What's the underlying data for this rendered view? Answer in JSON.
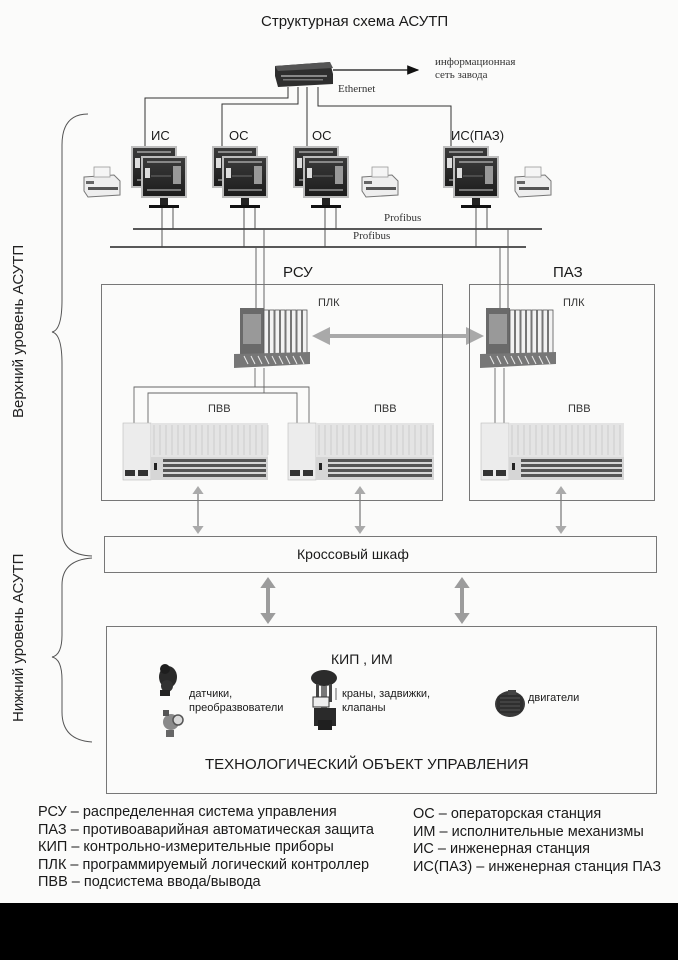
{
  "title": "Структурная схема АСУТП",
  "network": {
    "ethernet_label": "Ethernet",
    "external_net_label_line1": "информационная",
    "external_net_label_line2": "сеть завода",
    "profibus_upper": "Profibus",
    "profibus_lower": "Profibus"
  },
  "stations": [
    {
      "label": "ИС",
      "icon": "workstation-icon"
    },
    {
      "label": "ОС",
      "icon": "workstation-icon"
    },
    {
      "label": "ОС",
      "icon": "workstation-icon"
    },
    {
      "label": "ИС(ПАЗ)",
      "icon": "workstation-icon"
    }
  ],
  "printers": [
    "printer-icon",
    "printer-icon",
    "printer-icon"
  ],
  "levels": {
    "upper": "Верхний уровень АСУТП",
    "lower": "Нижний уровень АСУТП"
  },
  "rsu": {
    "title": "РСУ",
    "plc_label": "ПЛК",
    "io_labels": [
      "ПВВ",
      "ПВВ"
    ]
  },
  "paz": {
    "title": "ПАЗ",
    "plc_label": "ПЛК",
    "io_labels": [
      "ПВВ"
    ]
  },
  "cross_cabinet": "Кроссовый шкаф",
  "field": {
    "title": "КИП , ИМ",
    "devices": [
      {
        "label_line1": "датчики,",
        "label_line2": "преобразвователи",
        "icon": "sensor-icon"
      },
      {
        "label_line1": "краны, задвижки,",
        "label_line2": "клапаны",
        "icon": "valve-icon"
      },
      {
        "label_line1": "двигатели",
        "label_line2": "",
        "icon": "motor-icon"
      }
    ],
    "object_label": "ТЕХНОЛОГИЧЕСКИЙ ОБЪЕКТ УПРАВЛЕНИЯ"
  },
  "legend_left": [
    "РСУ – распределенная система управления",
    "ПАЗ – противоаварийная автоматическая защита",
    "КИП – контрольно-измерительные приборы",
    "ПЛК – программируемый логический контроллер",
    "ПВВ – подсистема ввода/вывода"
  ],
  "legend_right": [
    "ОС – операторская станция",
    "ИМ – исполнительные механизмы",
    "ИС – инженерная станция",
    "ИС(ПАЗ) – инженерная станция ПАЗ"
  ]
}
